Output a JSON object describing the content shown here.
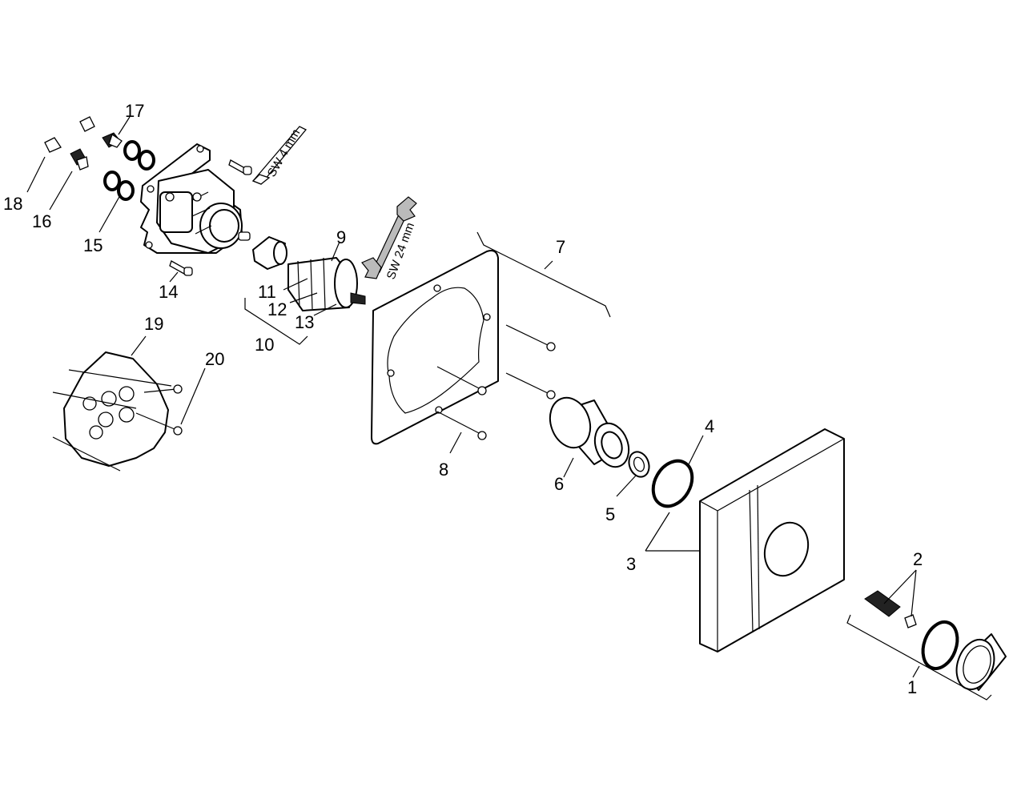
{
  "parts": [
    {
      "id": "1",
      "label": "1"
    },
    {
      "id": "2",
      "label": "2"
    },
    {
      "id": "3",
      "label": "3"
    },
    {
      "id": "4",
      "label": "4"
    },
    {
      "id": "5",
      "label": "5"
    },
    {
      "id": "6",
      "label": "6"
    },
    {
      "id": "7",
      "label": "7"
    },
    {
      "id": "8",
      "label": "8"
    },
    {
      "id": "9",
      "label": "9"
    },
    {
      "id": "10",
      "label": "10"
    },
    {
      "id": "11",
      "label": "11"
    },
    {
      "id": "12",
      "label": "12"
    },
    {
      "id": "13",
      "label": "13"
    },
    {
      "id": "14",
      "label": "14"
    },
    {
      "id": "15",
      "label": "15"
    },
    {
      "id": "16",
      "label": "16"
    },
    {
      "id": "17",
      "label": "17"
    },
    {
      "id": "18",
      "label": "18"
    },
    {
      "id": "19",
      "label": "19"
    },
    {
      "id": "20",
      "label": "20"
    }
  ],
  "tools": {
    "hex_key": "SW 4 mm",
    "wrench": "SW 24 mm"
  }
}
